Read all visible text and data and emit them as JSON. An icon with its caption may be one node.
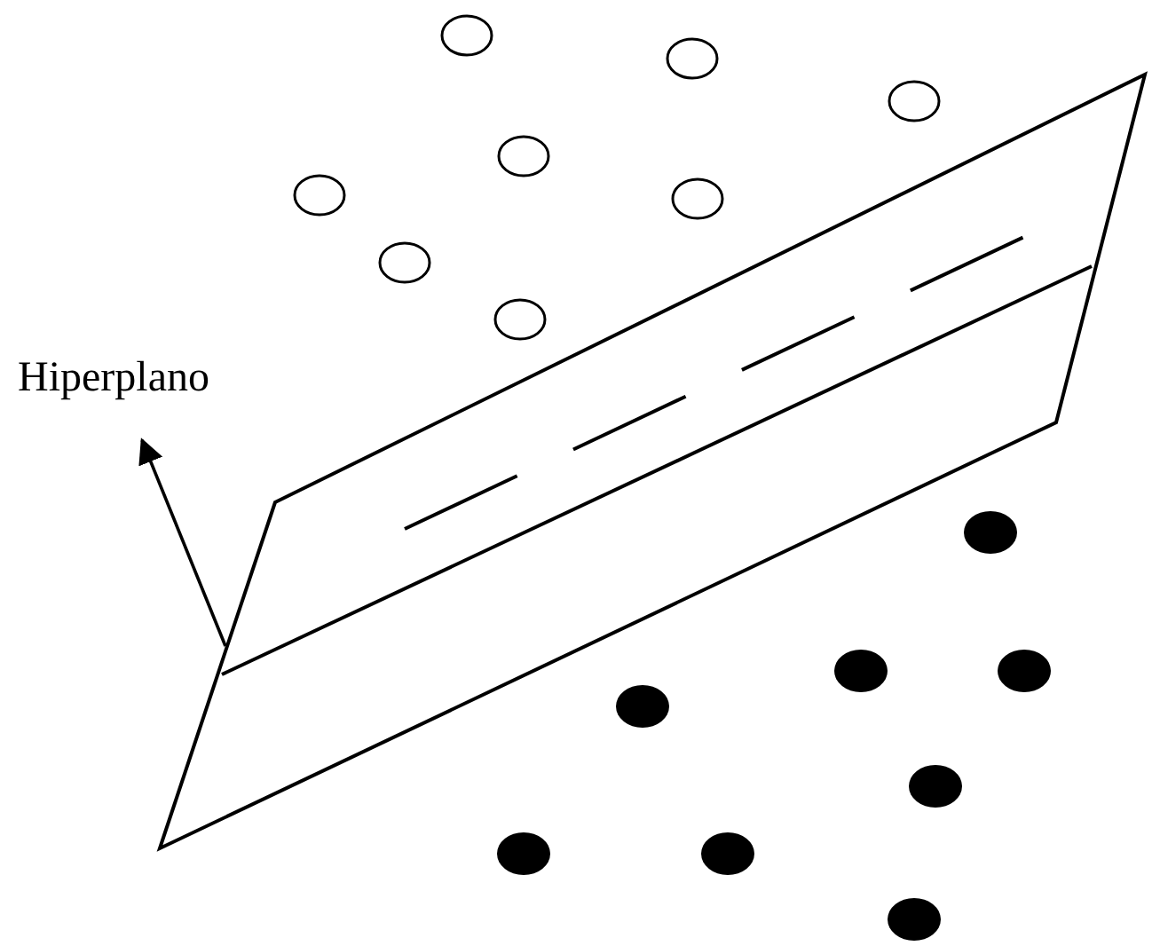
{
  "diagram": {
    "nodes": [
      {
        "text": [
          "Hiperplano"
        ]
      },
      {
        "text": [],
        "shape": "parallelogram"
      }
    ],
    "edges": [
      {
        "from": 1,
        "to": 0,
        "arrow": "to"
      }
    ]
  }
}
